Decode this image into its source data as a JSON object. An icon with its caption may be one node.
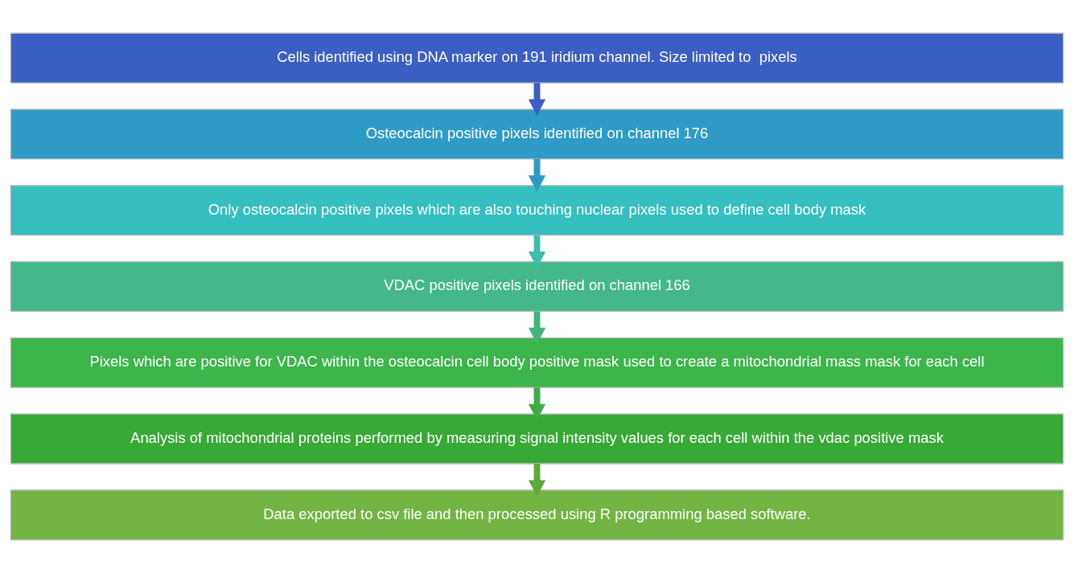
{
  "diagram": {
    "nodes": [
      {
        "text": [
          "Cells identified using DNA marker on 191 iridium channel. Size limited to  pixels"
        ]
      },
      {
        "text": [
          "Osteocalcin positive pixels identified on channel 176"
        ]
      },
      {
        "text": [
          "Only osteocalcin positive pixels which are also touching nuclear pixels used to define cell body mask"
        ]
      },
      {
        "text": [
          "VDAC positive pixels identified on channel 166"
        ]
      },
      {
        "text": [
          "Pixels which are positive for VDAC within the osteocalcin cell body positive mask used to create a mitochondrial mass mask for each cell"
        ]
      },
      {
        "text": [
          "Analysis of mitochondrial proteins performed by measuring signal intensity values for each cell within the vdac positive mask"
        ]
      },
      {
        "text": [
          "Data exported to csv file and then processed using R programming based software."
        ]
      }
    ],
    "edges": [
      {
        "from": 0,
        "to": 1,
        "arrow": "to",
        "color": "#3a5fc4"
      },
      {
        "from": 1,
        "to": 2,
        "arrow": "to",
        "color": "#2e9bc6"
      },
      {
        "from": 2,
        "to": 3,
        "arrow": "to",
        "color": "#3cbfae"
      },
      {
        "from": 3,
        "to": 4,
        "arrow": "to",
        "color": "#44b57c"
      },
      {
        "from": 4,
        "to": 5,
        "arrow": "to",
        "color": "#3cae44"
      },
      {
        "from": 5,
        "to": 6,
        "arrow": "to",
        "color": "#5fa83c"
      }
    ]
  }
}
